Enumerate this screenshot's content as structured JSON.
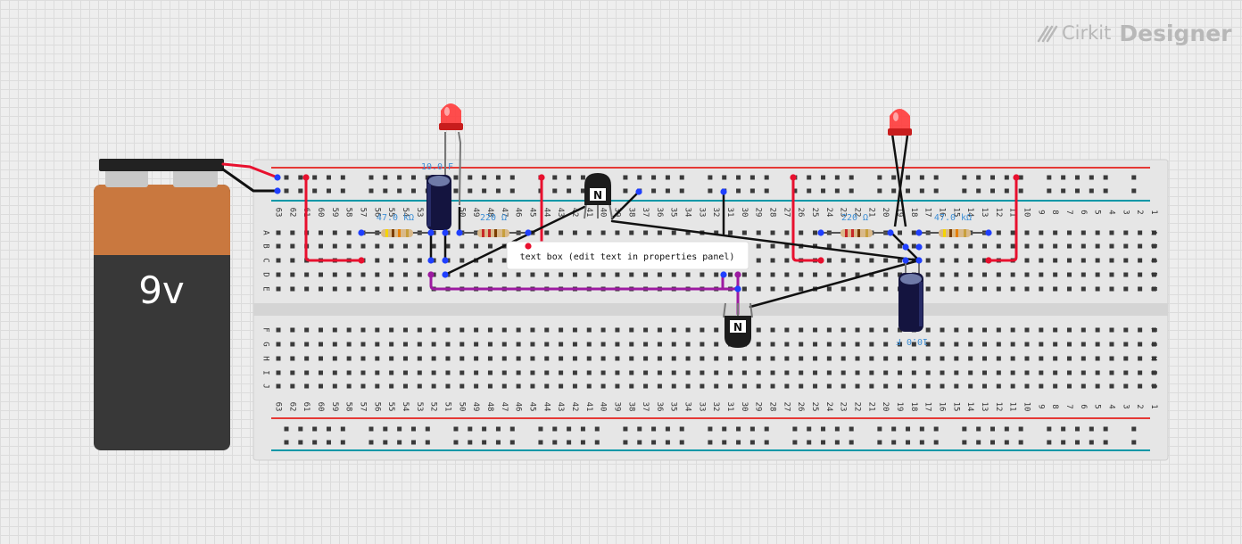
{
  "app": {
    "brand": "Cirkit",
    "product": "Designer"
  },
  "battery": {
    "label": "9v"
  },
  "breadboard": {
    "top_columns": [
      "63",
      "62",
      "61",
      "60",
      "59",
      "58",
      "57",
      "56",
      "55",
      "54",
      "53",
      "52",
      "51",
      "50",
      "49",
      "48",
      "47",
      "46",
      "45",
      "44",
      "43",
      "42",
      "41",
      "40",
      "39",
      "38",
      "37",
      "36",
      "35",
      "34",
      "33",
      "32",
      "31",
      "30",
      "29",
      "28",
      "27",
      "26",
      "25",
      "24",
      "23",
      "22",
      "21",
      "20",
      "19",
      "18",
      "17",
      "16",
      "15",
      "14",
      "13",
      "12",
      "11",
      "10",
      "9",
      "8",
      "7",
      "6",
      "5",
      "4",
      "3",
      "2",
      "1"
    ],
    "bottom_columns": [
      "63",
      "62",
      "61",
      "60",
      "59",
      "58",
      "57",
      "56",
      "55",
      "54",
      "53",
      "52",
      "51",
      "50",
      "49",
      "48",
      "47",
      "46",
      "45",
      "44",
      "43",
      "42",
      "41",
      "40",
      "39",
      "38",
      "37",
      "36",
      "35",
      "34",
      "33",
      "32",
      "31",
      "30",
      "29",
      "28",
      "27",
      "26",
      "25",
      "24",
      "23",
      "22",
      "21",
      "20",
      "19",
      "18",
      "17",
      "16",
      "15",
      "14",
      "13",
      "12",
      "11",
      "10",
      "9",
      "8",
      "7",
      "6",
      "5",
      "4",
      "3",
      "2",
      "1"
    ],
    "top_rows": [
      "A",
      "B",
      "C",
      "D",
      "E"
    ],
    "bottom_rows": [
      "F",
      "G",
      "H",
      "I",
      "J"
    ]
  },
  "components": {
    "resistor_left_outer": "47.0 kΩ",
    "resistor_left_inner": "220 Ω",
    "resistor_right_inner": "220 Ω",
    "resistor_right_outer": "47.0 kΩ",
    "capacitor_left": "10.0 F",
    "capacitor_right": "10.0 F",
    "transistor_top": "N",
    "transistor_bottom": "N"
  },
  "text_box": {
    "text": "text box (edit text in properties panel)"
  },
  "colors": {
    "rail_positive": "#e53935",
    "rail_negative": "#0097a7",
    "wire_red": "#e8102e",
    "wire_black": "#111111",
    "wire_purple": "#9c1aa0",
    "endpoint": "#1f3fff",
    "label_blue": "#3d8fd6",
    "battery_copper": "#c9783f",
    "battery_body": "#383838"
  }
}
